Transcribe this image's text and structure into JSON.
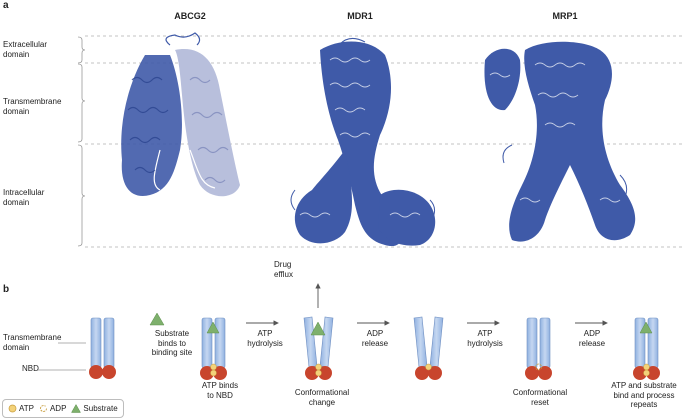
{
  "panel_a": {
    "letter": "a",
    "proteins": [
      "ABCG2",
      "MDR1",
      "MRP1"
    ],
    "domains": [
      {
        "label_line1": "Extracellular",
        "label_line2": "domain"
      },
      {
        "label_line1": "Transmembrane",
        "label_line2": "domain"
      },
      {
        "label_line1": "Intracellular",
        "label_line2": "domain"
      }
    ]
  },
  "panel_b": {
    "letter": "b",
    "side_labels": {
      "transmembrane_1": "Transmembrane",
      "transmembrane_2": "domain",
      "nbd": "NBD"
    },
    "drug_efflux_1": "Drug",
    "drug_efflux_2": "efflux",
    "step_labels": [
      {
        "line1": "ATP binds",
        "line2": "to NBD"
      },
      {
        "line1": "Conformational",
        "line2": "change"
      },
      {
        "line1": "Conformational",
        "line2": "reset"
      },
      {
        "line1": "ATP and substrate",
        "line2": "bind and process",
        "line3": "repeats"
      }
    ],
    "arrow_labels": [
      {
        "line1": "Substrate",
        "line2": "binds to",
        "line3": "binding site"
      },
      {
        "line1": "ATP",
        "line2": "hydrolysis"
      },
      {
        "line1": "ADP",
        "line2": "release"
      },
      {
        "line1": "ATP",
        "line2": "hydrolysis"
      },
      {
        "line1": "ADP",
        "line2": "release"
      }
    ],
    "legend": {
      "atp": "ATP",
      "adp": "ADP",
      "substrate": "Substrate"
    }
  },
  "colors": {
    "protein_blue": "#3f5aa8",
    "protein_light": "#b8bfdc",
    "tmd_blue": "#a9c3e8",
    "nbd_red": "#c8452d",
    "substrate_green": "#7eb06c",
    "atp_yellow": "#f3d27a"
  }
}
